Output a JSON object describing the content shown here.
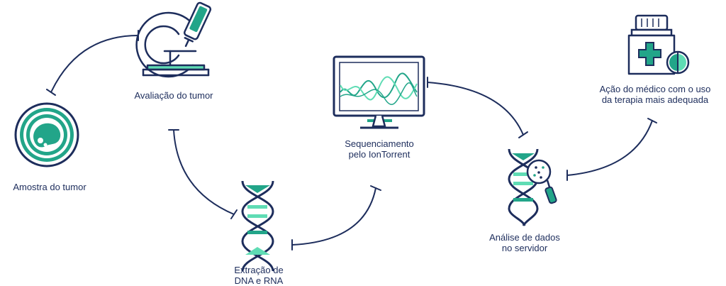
{
  "colors": {
    "navy": "#1d2d5c",
    "teal": "#22a589",
    "mint": "#5fdcb4",
    "pale_mint": "#c9f2e2",
    "white": "#ffffff"
  },
  "steps": {
    "amostra": {
      "label": "Amostra do tumor",
      "icon": "tumor-sample-icon"
    },
    "avaliacao": {
      "label": "Avaliação do tumor",
      "icon": "microscope-icon"
    },
    "extracao": {
      "label": "Extração de\nDNA e RNA",
      "icon": "dna-icon"
    },
    "sequenciamento": {
      "label": "Sequenciamento\npelo IonTorrent",
      "icon": "monitor-icon"
    },
    "analise": {
      "label": "Análise de dados\nno servidor",
      "icon": "dna-magnifier-icon"
    },
    "acao": {
      "label": "Ação do médico com o uso\nda terapia mais adequada",
      "icon": "medicine-bottle-icon"
    }
  }
}
